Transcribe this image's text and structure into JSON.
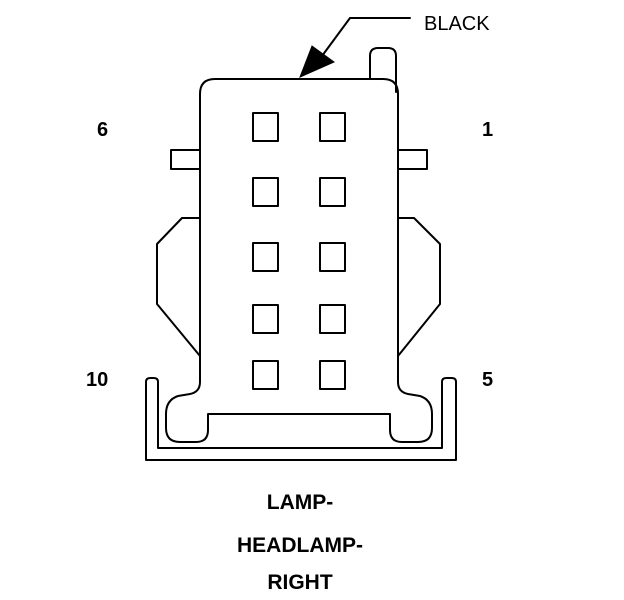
{
  "connector": {
    "color_label": "BLACK",
    "pin_labels": {
      "top_left": "6",
      "top_right": "1",
      "bottom_left": "10",
      "bottom_right": "5"
    },
    "title_lines": [
      "LAMP-",
      "HEADLAMP-",
      "RIGHT"
    ],
    "cavity_grid": {
      "rows": 5,
      "columns": 2
    }
  },
  "colors": {
    "line": "#000000",
    "background": "#ffffff"
  }
}
